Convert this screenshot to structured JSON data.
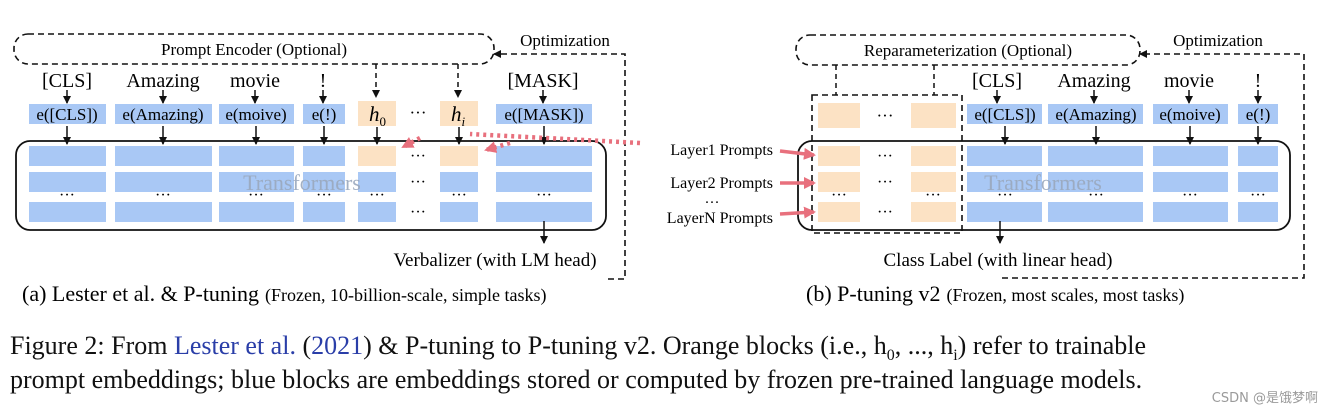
{
  "left": {
    "encoder_label": "Prompt Encoder (Optional)",
    "optimization": "Optimization",
    "tokens": [
      "[CLS]",
      "Amazing",
      "movie",
      "!"
    ],
    "mask_token": "[MASK]",
    "embeddings": [
      "e([CLS])",
      "e(Amazing)",
      "e(moive)",
      "e(!)"
    ],
    "h0": "h",
    "h0_sub": "0",
    "hi": "h",
    "hi_sub": "i",
    "mask_embedding": "e([MASK])",
    "dots": "···",
    "transformers": "Transformers",
    "verbalizer": "Verbalizer (with LM head)",
    "subtitle_main": "(a) Lester et al. & P-tuning",
    "subtitle_note": "(Frozen, 10-billion-scale, simple tasks)"
  },
  "right": {
    "reparam_label": "Reparameterization (Optional)",
    "optimization": "Optimization",
    "tokens": [
      "[CLS]",
      "Amazing",
      "movie",
      "!"
    ],
    "embeddings": [
      "e([CLS])",
      "e(Amazing)",
      "e(moive)",
      "e(!)"
    ],
    "layer1": "Layer1 Prompts",
    "layer2": "Layer2 Prompts",
    "layern": "LayerN Prompts",
    "dots": "···",
    "transformers": "Transformers",
    "class_label": "Class Label (with linear head)",
    "subtitle_main": "(b) P-tuning v2",
    "subtitle_note": "(Frozen, most scales, most tasks)"
  },
  "caption": {
    "prefix": "Figure 2: From",
    "cite_author": "Lester et al.",
    "cite_open": "(",
    "cite_year": "2021",
    "cite_close": ")",
    "after_cite": "& P-tuning to P-tuning v2. Orange blocks (i.e., h",
    "h0_sub": "0",
    "middle": ", ..., h",
    "hi_sub": "i",
    "end": ") refer to trainable",
    "line2": "prompt embeddings; blue blocks are embeddings stored or computed by frozen pre-trained language models."
  },
  "watermark": "CSDN @是饿梦啊",
  "colors": {
    "blue": "#a9c8f5",
    "orange": "#fce2c4",
    "pink": "#e8707d"
  }
}
